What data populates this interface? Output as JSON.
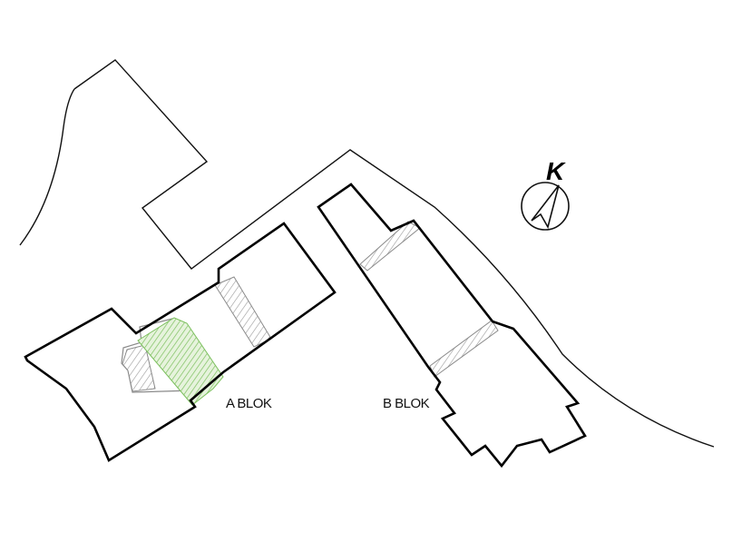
{
  "blocks": {
    "a": {
      "label": "A BLOK"
    },
    "b": {
      "label": "B BLOK"
    }
  },
  "compass": {
    "letter": "K",
    "icon": "north-arrow-icon"
  },
  "colors": {
    "outline": "#000000",
    "hatch_grey": "#8a8a8a",
    "hatch_green": "#7cc05e",
    "green_fill": "#e6f3dc",
    "background": "#ffffff"
  }
}
